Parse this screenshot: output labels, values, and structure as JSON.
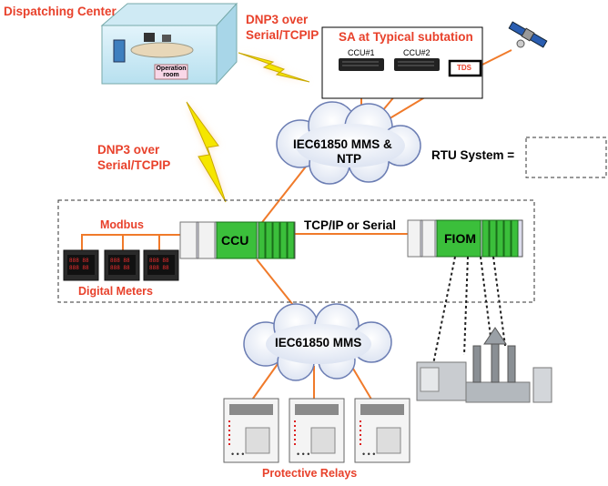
{
  "colors": {
    "label_red": "#e8412b",
    "link_orange": "#f07a2a",
    "bolt_yellow": "#f5e600",
    "io_green": "#3bbf3b"
  },
  "dispatch": {
    "title": "Dispatching Center",
    "room": "Operation room"
  },
  "links": {
    "dnp3_top": [
      "DNP3 over",
      "Serial/TCPIP"
    ],
    "dnp3_left": [
      "DNP3 over",
      "Serial/TCPIP"
    ],
    "modbus": "Modbus",
    "tcpip_serial": "TCP/IP or Serial"
  },
  "substation": {
    "title": "SA  at Typical subtation",
    "ccu1": "CCU#1",
    "ccu2": "CCU#2",
    "tds": "TDS"
  },
  "clouds": {
    "top": [
      "IEC61850  MMS &",
      "NTP"
    ],
    "bottom": "IEC61850  MMS"
  },
  "rtu": {
    "label": "RTU System ="
  },
  "devices": {
    "ccu": "CCU",
    "fiom": "FIOM"
  },
  "meters_label": "Digital Meters",
  "relays_label": "Protective Relays"
}
